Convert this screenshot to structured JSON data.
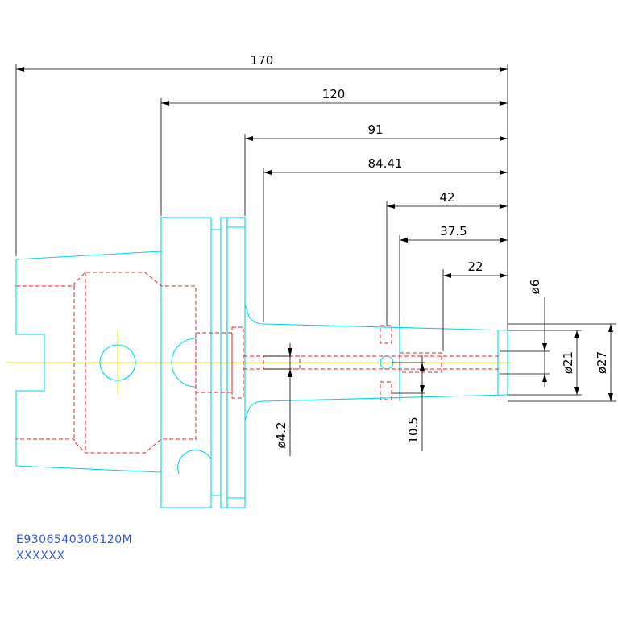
{
  "drawing": {
    "part_number": "E9306540306120M",
    "part_name": "XXXXXX"
  },
  "dimensions": {
    "d170": "170",
    "d120": "120",
    "d91": "91",
    "d8441": "84.41",
    "d42": "42",
    "d375": "37.5",
    "d22": "22",
    "dia6": "ø6",
    "dia21": "ø21",
    "dia27": "ø27",
    "dia42": "ø4.2",
    "d105": "10.5"
  },
  "colors": {
    "outline": "#00d4ee",
    "hidden": "#ee2222",
    "centerline": "#e8e800",
    "dimension": "#000000",
    "title": "#3355ee"
  }
}
